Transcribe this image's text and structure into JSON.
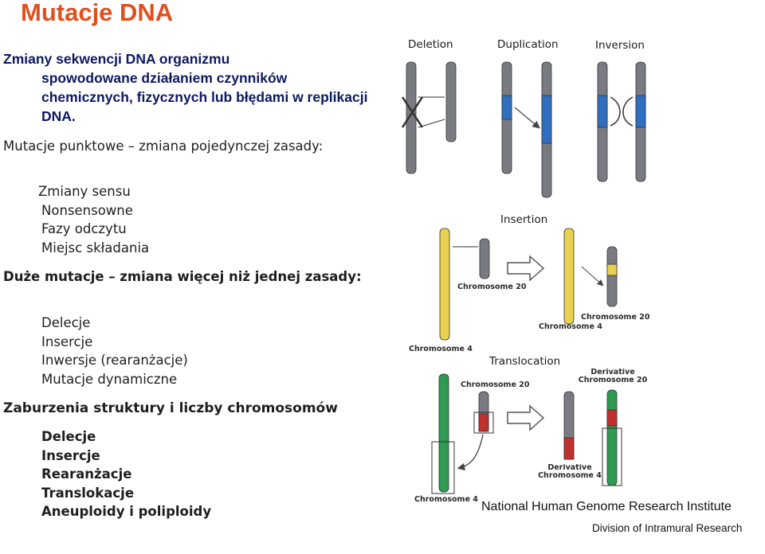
{
  "slide": {
    "title": "Mutacje DNA",
    "intro_line1": "Zmiany sekwencji DNA organizmu",
    "intro_rest": "spowodowane działaniem czynników chemicznych, fizycznych lub błędami w replikacji DNA.",
    "point_mutations": {
      "heading": "Mutacje punktowe – zmiana pojedynczej zasady:",
      "items": [
        "Zmiany sensu",
        "Nonsensowne",
        "Fazy odczytu",
        "Miejsc składania"
      ]
    },
    "large_mutations": {
      "heading": "Duże  mutacje – zmiana więcej niż jednej zasady:",
      "items": [
        "Delecje",
        "Insercje",
        "Inwersje (rearanżacje)",
        "Mutacje dynamiczne"
      ]
    },
    "structural": {
      "heading": "Zaburzenia struktury i liczby chromosomów",
      "items": [
        "Delecje",
        "Insercje",
        "Rearanżacje",
        "Translokacje",
        "Aneuploidy i poliploidy"
      ]
    }
  },
  "figure": {
    "labels": {
      "deletion": "Deletion",
      "duplication": "Duplication",
      "inversion": "Inversion",
      "insertion": "Insertion",
      "translocation": "Translocation",
      "chr20_a": "Chromosome 20",
      "chr4_a": "Chromosome 4",
      "chr20_b": "Chromosome 20",
      "chr4_b": "Chromosome 4",
      "chr20_c": "Chromosome 20",
      "derivative_chr20": "Derivative Chromosome 20",
      "chr4_c": "Chromosome 4",
      "derivative_chr4": "Derivative Chromosome 4"
    },
    "credit_institute": "National Human Genome Research Institute",
    "credit_division": "Division of Intramural Research",
    "colors": {
      "gray_band": "#7a7a82",
      "blue_band": "#2f6fc0",
      "yellow_band": "#e8d050",
      "green_band": "#2e9a52",
      "red_band": "#c0302c"
    }
  }
}
